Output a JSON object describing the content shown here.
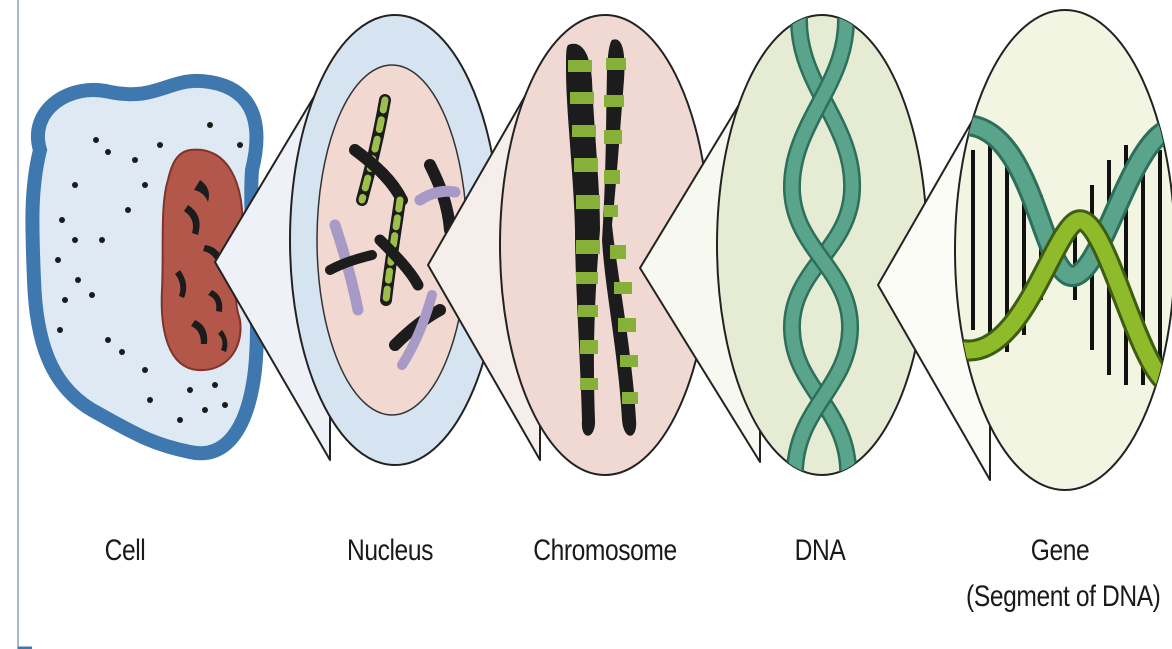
{
  "diagram": {
    "labels": {
      "cell": "Cell",
      "nucleus": "Nucleus",
      "chromosome": "Chromosome",
      "dna": "DNA",
      "gene": "Gene",
      "gene_sub": "(Segment of DNA)"
    },
    "colors": {
      "cell_membrane": "#3f78ae",
      "cell_cytoplasm": "#dfe9f4",
      "nucleus_body": "#b3574b",
      "nucleus_bubble_outer": "#d6e4f1",
      "nucleus_bubble_inner": "#f1d9d2",
      "chromosome_bubble": "#efd9d2",
      "chromosome_band_green": "#86b037",
      "dna_bubble": "#e6ecd4",
      "dna_strand": "#5aa48c",
      "gene_bubble": "#f1f5e1",
      "gene_strand_green": "#8fbb2b",
      "border_left": "#a9b4cf"
    },
    "icons": [
      "cell-illustration",
      "nucleus-bubble",
      "chromosome-bubble",
      "dna-bubble",
      "gene-bubble"
    ]
  }
}
